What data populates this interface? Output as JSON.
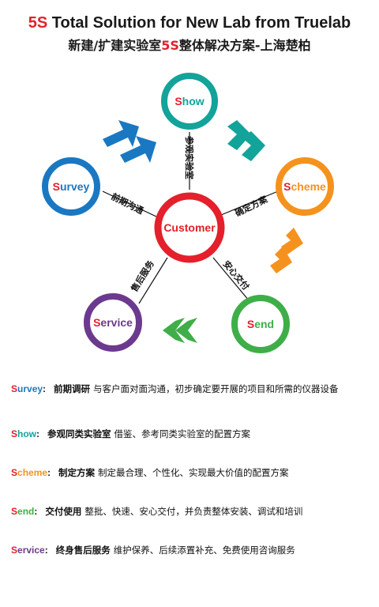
{
  "title": {
    "line1_prefix": "5S",
    "line1_rest": " Total Solution for New Lab from Truelab",
    "line2_a": "新建/扩建实验室",
    "line2_b": "5S",
    "line2_c": "整体解决方案-上海楚柏"
  },
  "center": {
    "label": "Customer",
    "color": "#e3202b"
  },
  "nodes": [
    {
      "key": "show",
      "first": "S",
      "rest": "how",
      "color": "#12a39a"
    },
    {
      "key": "scheme",
      "first": "S",
      "rest": "cheme",
      "color": "#f5921e"
    },
    {
      "key": "send",
      "first": "S",
      "rest": "end",
      "color": "#3fae49"
    },
    {
      "key": "service",
      "first": "S",
      "rest": "ervice",
      "color": "#6b3a8e"
    },
    {
      "key": "survey",
      "first": "S",
      "rest": "urvey",
      "color": "#1a78c2"
    }
  ],
  "spokes": [
    {
      "key": "show",
      "label": "参观实验室"
    },
    {
      "key": "scheme",
      "label": "确定方案"
    },
    {
      "key": "send",
      "label": "安心交付"
    },
    {
      "key": "service",
      "label": "售后服务"
    },
    {
      "key": "survey",
      "label": "前期沟通"
    }
  ],
  "arrow_colors": {
    "survey_to_show": "#1a78c2",
    "show_to_scheme": "#12a39a",
    "scheme_to_send": "#f5921e",
    "send_to_service": "#3fae49"
  },
  "legend": [
    {
      "first": "S",
      "rest": "urvey",
      "colon": ":",
      "head": "前期调研",
      "desc": "与客户面对面沟通，初步确定要开展的项目和所需的仪器设备"
    },
    {
      "first": "S",
      "rest": "how",
      "colon": ":",
      "head": "参观同类实验室",
      "desc": "借鉴、参考同类实验室的配置方案"
    },
    {
      "first": "S",
      "rest": "cheme",
      "colon": ":",
      "head": "制定方案",
      "desc": "制定最合理、个性化、实现最大价值的配置方案"
    },
    {
      "first": "S",
      "rest": "end",
      "colon": ":",
      "head": "交付使用",
      "desc": "整批、快速、安心交付，并负责整体安装、调试和培训"
    },
    {
      "first": "S",
      "rest": "ervice",
      "colon": ":",
      "head": "终身售后服务",
      "desc": "维护保养、后续添置补充、免费使用咨询服务"
    }
  ]
}
